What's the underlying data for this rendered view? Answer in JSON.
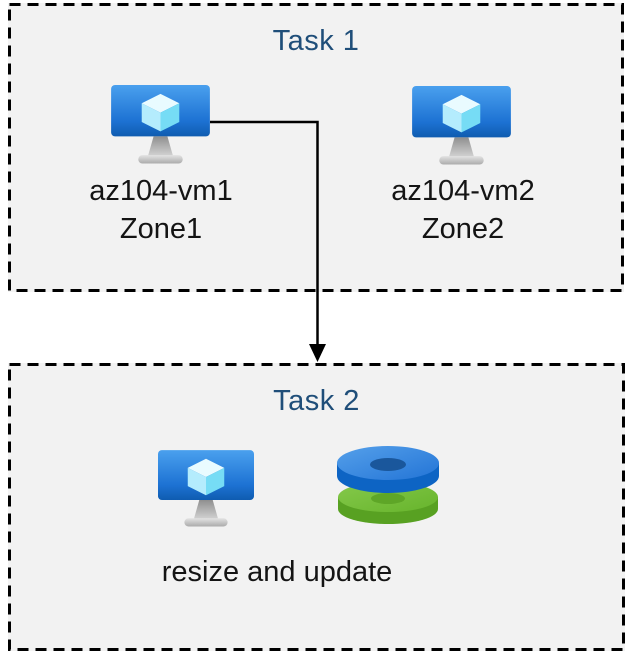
{
  "diagram": {
    "task1": {
      "title": "Task 1",
      "vms": [
        {
          "name": "az104-vm1",
          "zone": "Zone1",
          "icon": "virtual-machine-icon"
        },
        {
          "name": "az104-vm2",
          "zone": "Zone2",
          "icon": "virtual-machine-icon"
        }
      ]
    },
    "task2": {
      "title": "Task 2",
      "caption": "resize and update",
      "icons": [
        "virtual-machine-icon",
        "managed-disks-icon"
      ]
    }
  },
  "colors": {
    "box_background": "#f2f2f2",
    "box_border": "#000000",
    "title_text": "#1f4e79",
    "label_text": "#141414",
    "arrow": "#000000",
    "vm_screen_top": "#4aa0ee",
    "vm_screen_bottom": "#0f5cb0",
    "cube_top": "#e9fbff",
    "cube_left": "#b4ecfd",
    "cube_right": "#76dcf5",
    "disk_blue_face": "#3584e0",
    "disk_blue_side": "#0d64c4",
    "disk_blue_hole": "#1a579c",
    "disk_green_face": "#74bd3a",
    "disk_green_side": "#58a122",
    "disk_green_hole": "#5ea627"
  }
}
